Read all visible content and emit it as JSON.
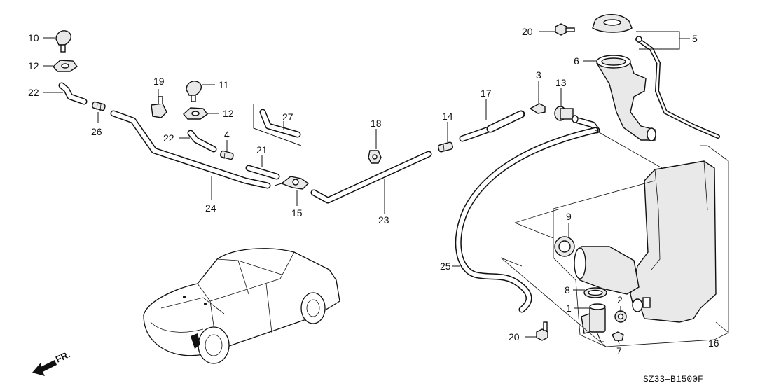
{
  "diagram": {
    "drawing_code": "SZ33—B1500F",
    "direction_label": "FR.",
    "callouts": [
      {
        "id": "c1",
        "text": "1"
      },
      {
        "id": "c2",
        "text": "2"
      },
      {
        "id": "c3",
        "text": "3"
      },
      {
        "id": "c4",
        "text": "4"
      },
      {
        "id": "c5",
        "text": "5"
      },
      {
        "id": "c6",
        "text": "6"
      },
      {
        "id": "c7",
        "text": "7"
      },
      {
        "id": "c8",
        "text": "8"
      },
      {
        "id": "c9",
        "text": "9"
      },
      {
        "id": "c10",
        "text": "10"
      },
      {
        "id": "c11",
        "text": "11"
      },
      {
        "id": "c12a",
        "text": "12"
      },
      {
        "id": "c12b",
        "text": "12"
      },
      {
        "id": "c13",
        "text": "13"
      },
      {
        "id": "c14",
        "text": "14"
      },
      {
        "id": "c15",
        "text": "15"
      },
      {
        "id": "c16",
        "text": "16"
      },
      {
        "id": "c17",
        "text": "17"
      },
      {
        "id": "c18",
        "text": "18"
      },
      {
        "id": "c19",
        "text": "19"
      },
      {
        "id": "c20a",
        "text": "20"
      },
      {
        "id": "c20b",
        "text": "20"
      },
      {
        "id": "c21",
        "text": "21"
      },
      {
        "id": "c22a",
        "text": "22"
      },
      {
        "id": "c22b",
        "text": "22"
      },
      {
        "id": "c23",
        "text": "23"
      },
      {
        "id": "c24",
        "text": "24"
      },
      {
        "id": "c25",
        "text": "25"
      },
      {
        "id": "c26",
        "text": "26"
      },
      {
        "id": "c27",
        "text": "27"
      }
    ]
  }
}
